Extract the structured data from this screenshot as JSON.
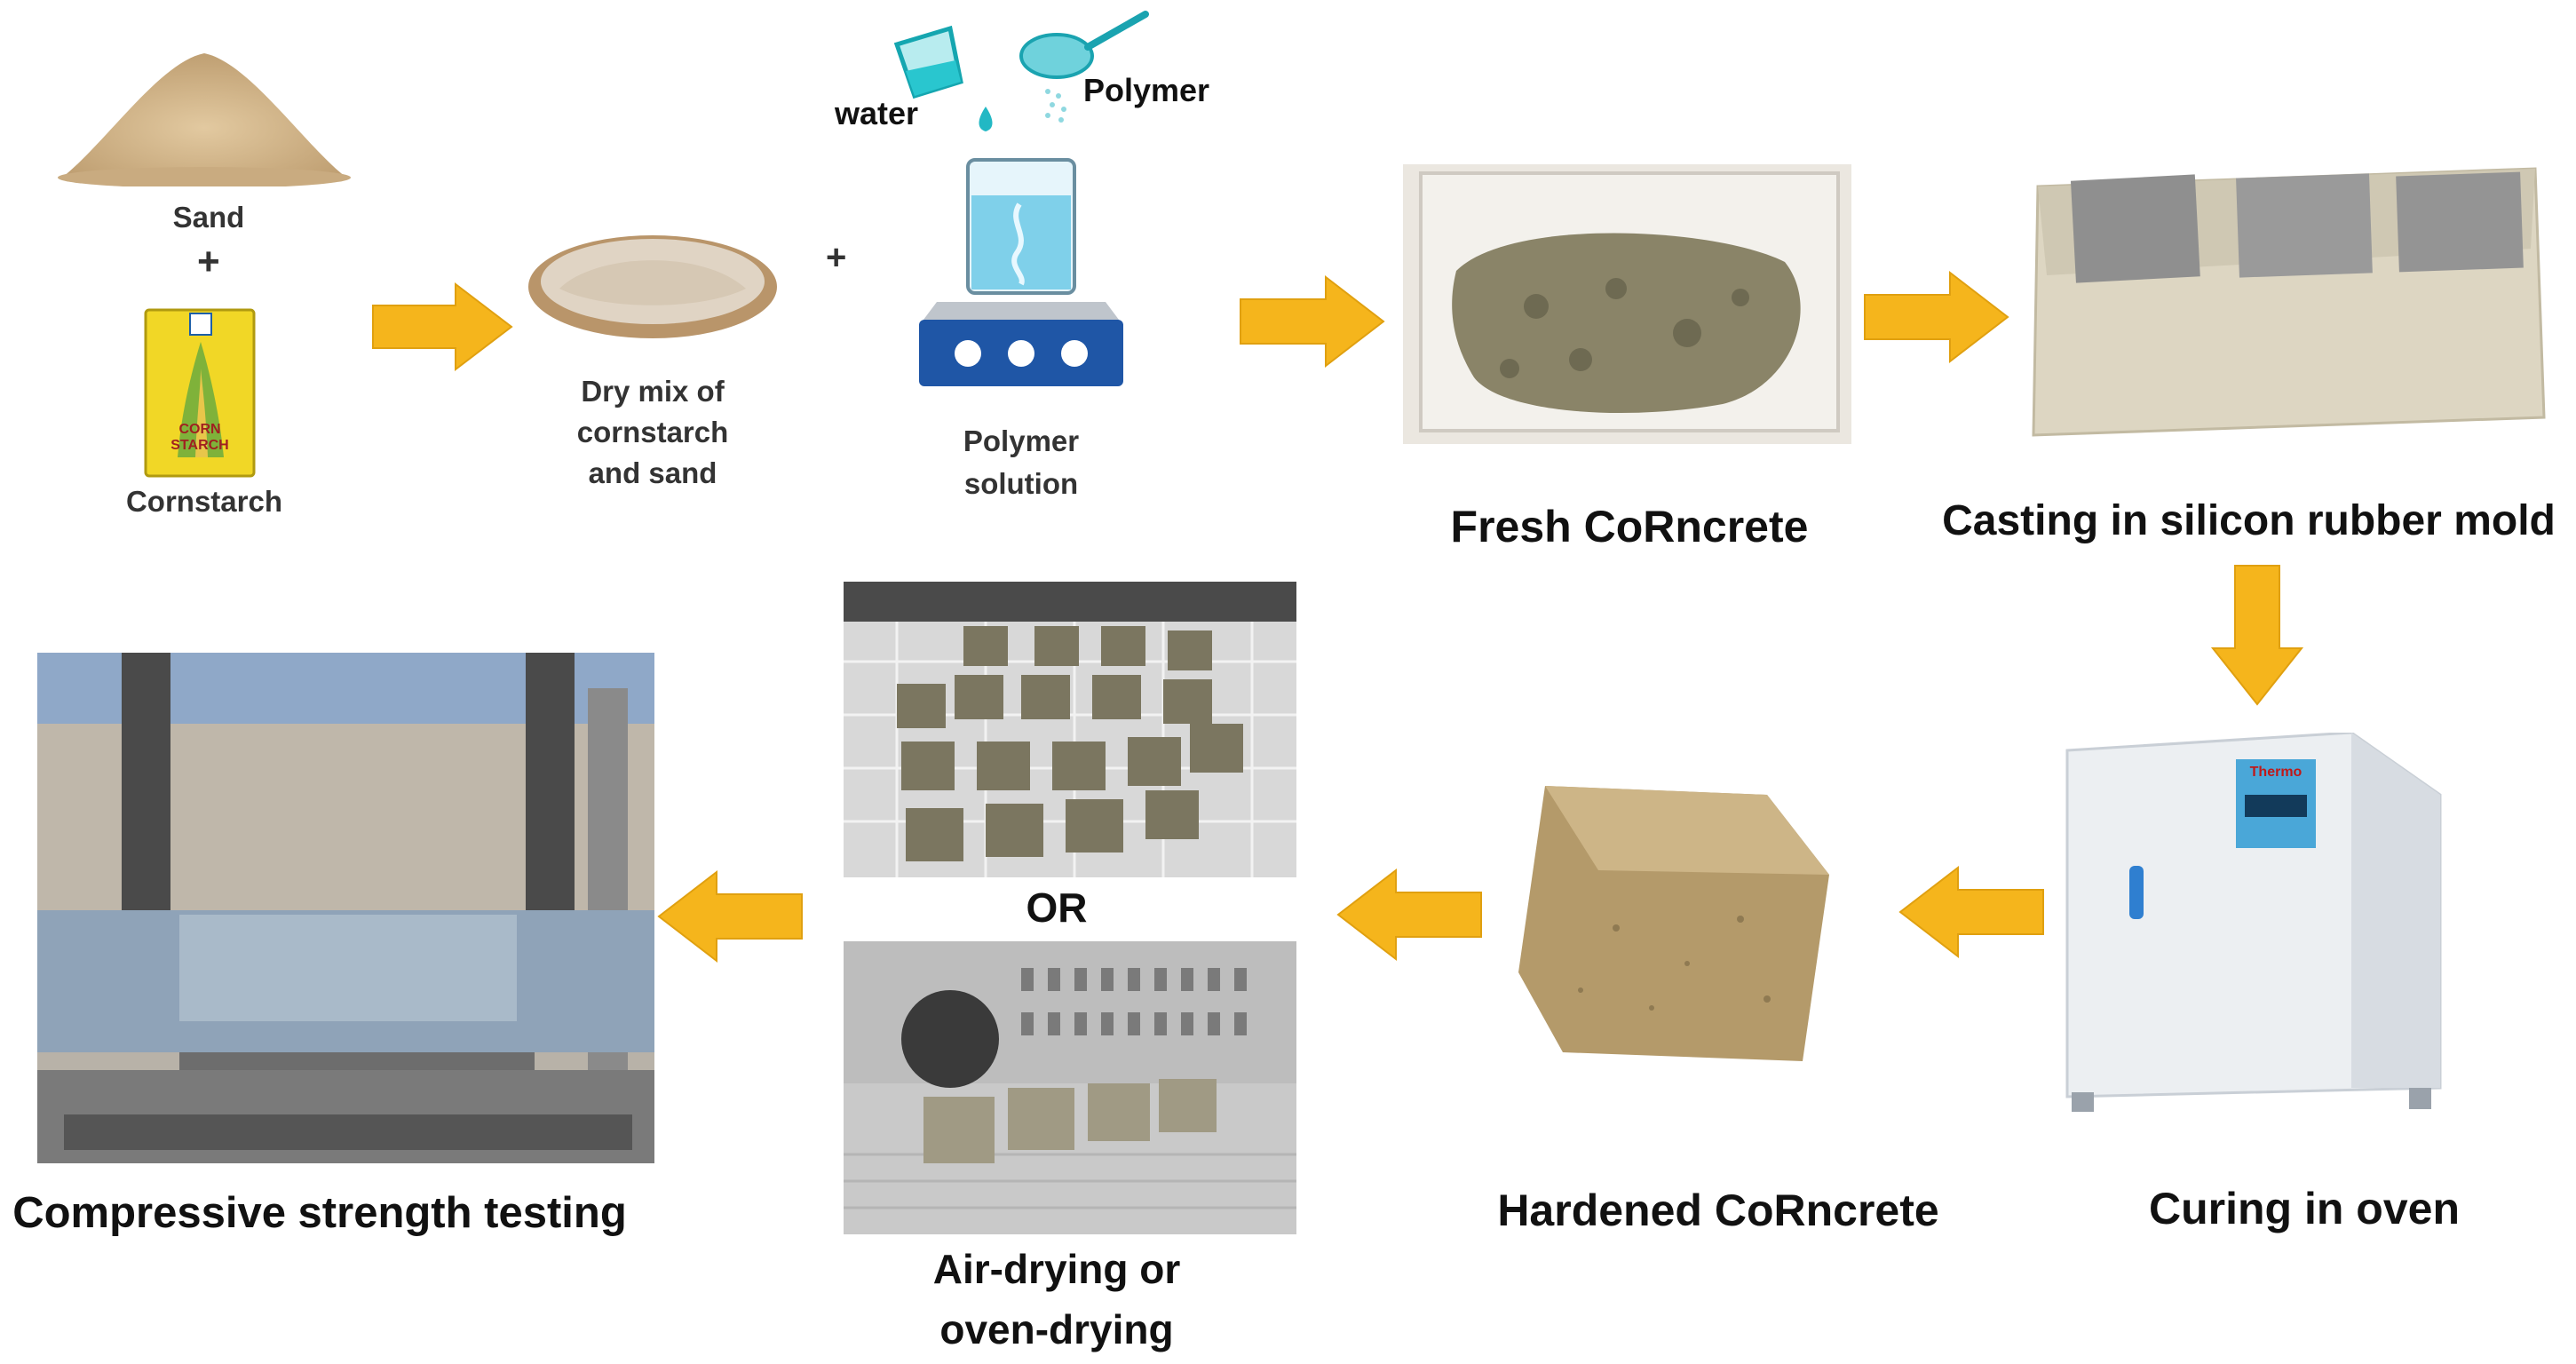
{
  "colors": {
    "arrow": "#f5b51c",
    "arrow_stroke": "#e0a010",
    "text": "#111111"
  },
  "labels": {
    "sand": "Sand",
    "plus1": "+",
    "cornstarch": "Cornstarch",
    "box_text": "CORN STARCH",
    "dry_mix": [
      "Dry mix of",
      "cornstarch",
      "and sand"
    ],
    "plus2": "+",
    "water": "water",
    "polymer": "Polymer",
    "polymer_solution": [
      "Polymer",
      "solution"
    ],
    "fresh": "Fresh CoRncrete",
    "casting": "Casting in silicon rubber mold",
    "curing": "Curing in oven",
    "hardened": "Hardened CoRncrete",
    "or": "OR",
    "drying": [
      "Air-drying or",
      "oven-drying"
    ],
    "compressive": "Compressive strength testing",
    "oven_brand": "Thermo"
  }
}
